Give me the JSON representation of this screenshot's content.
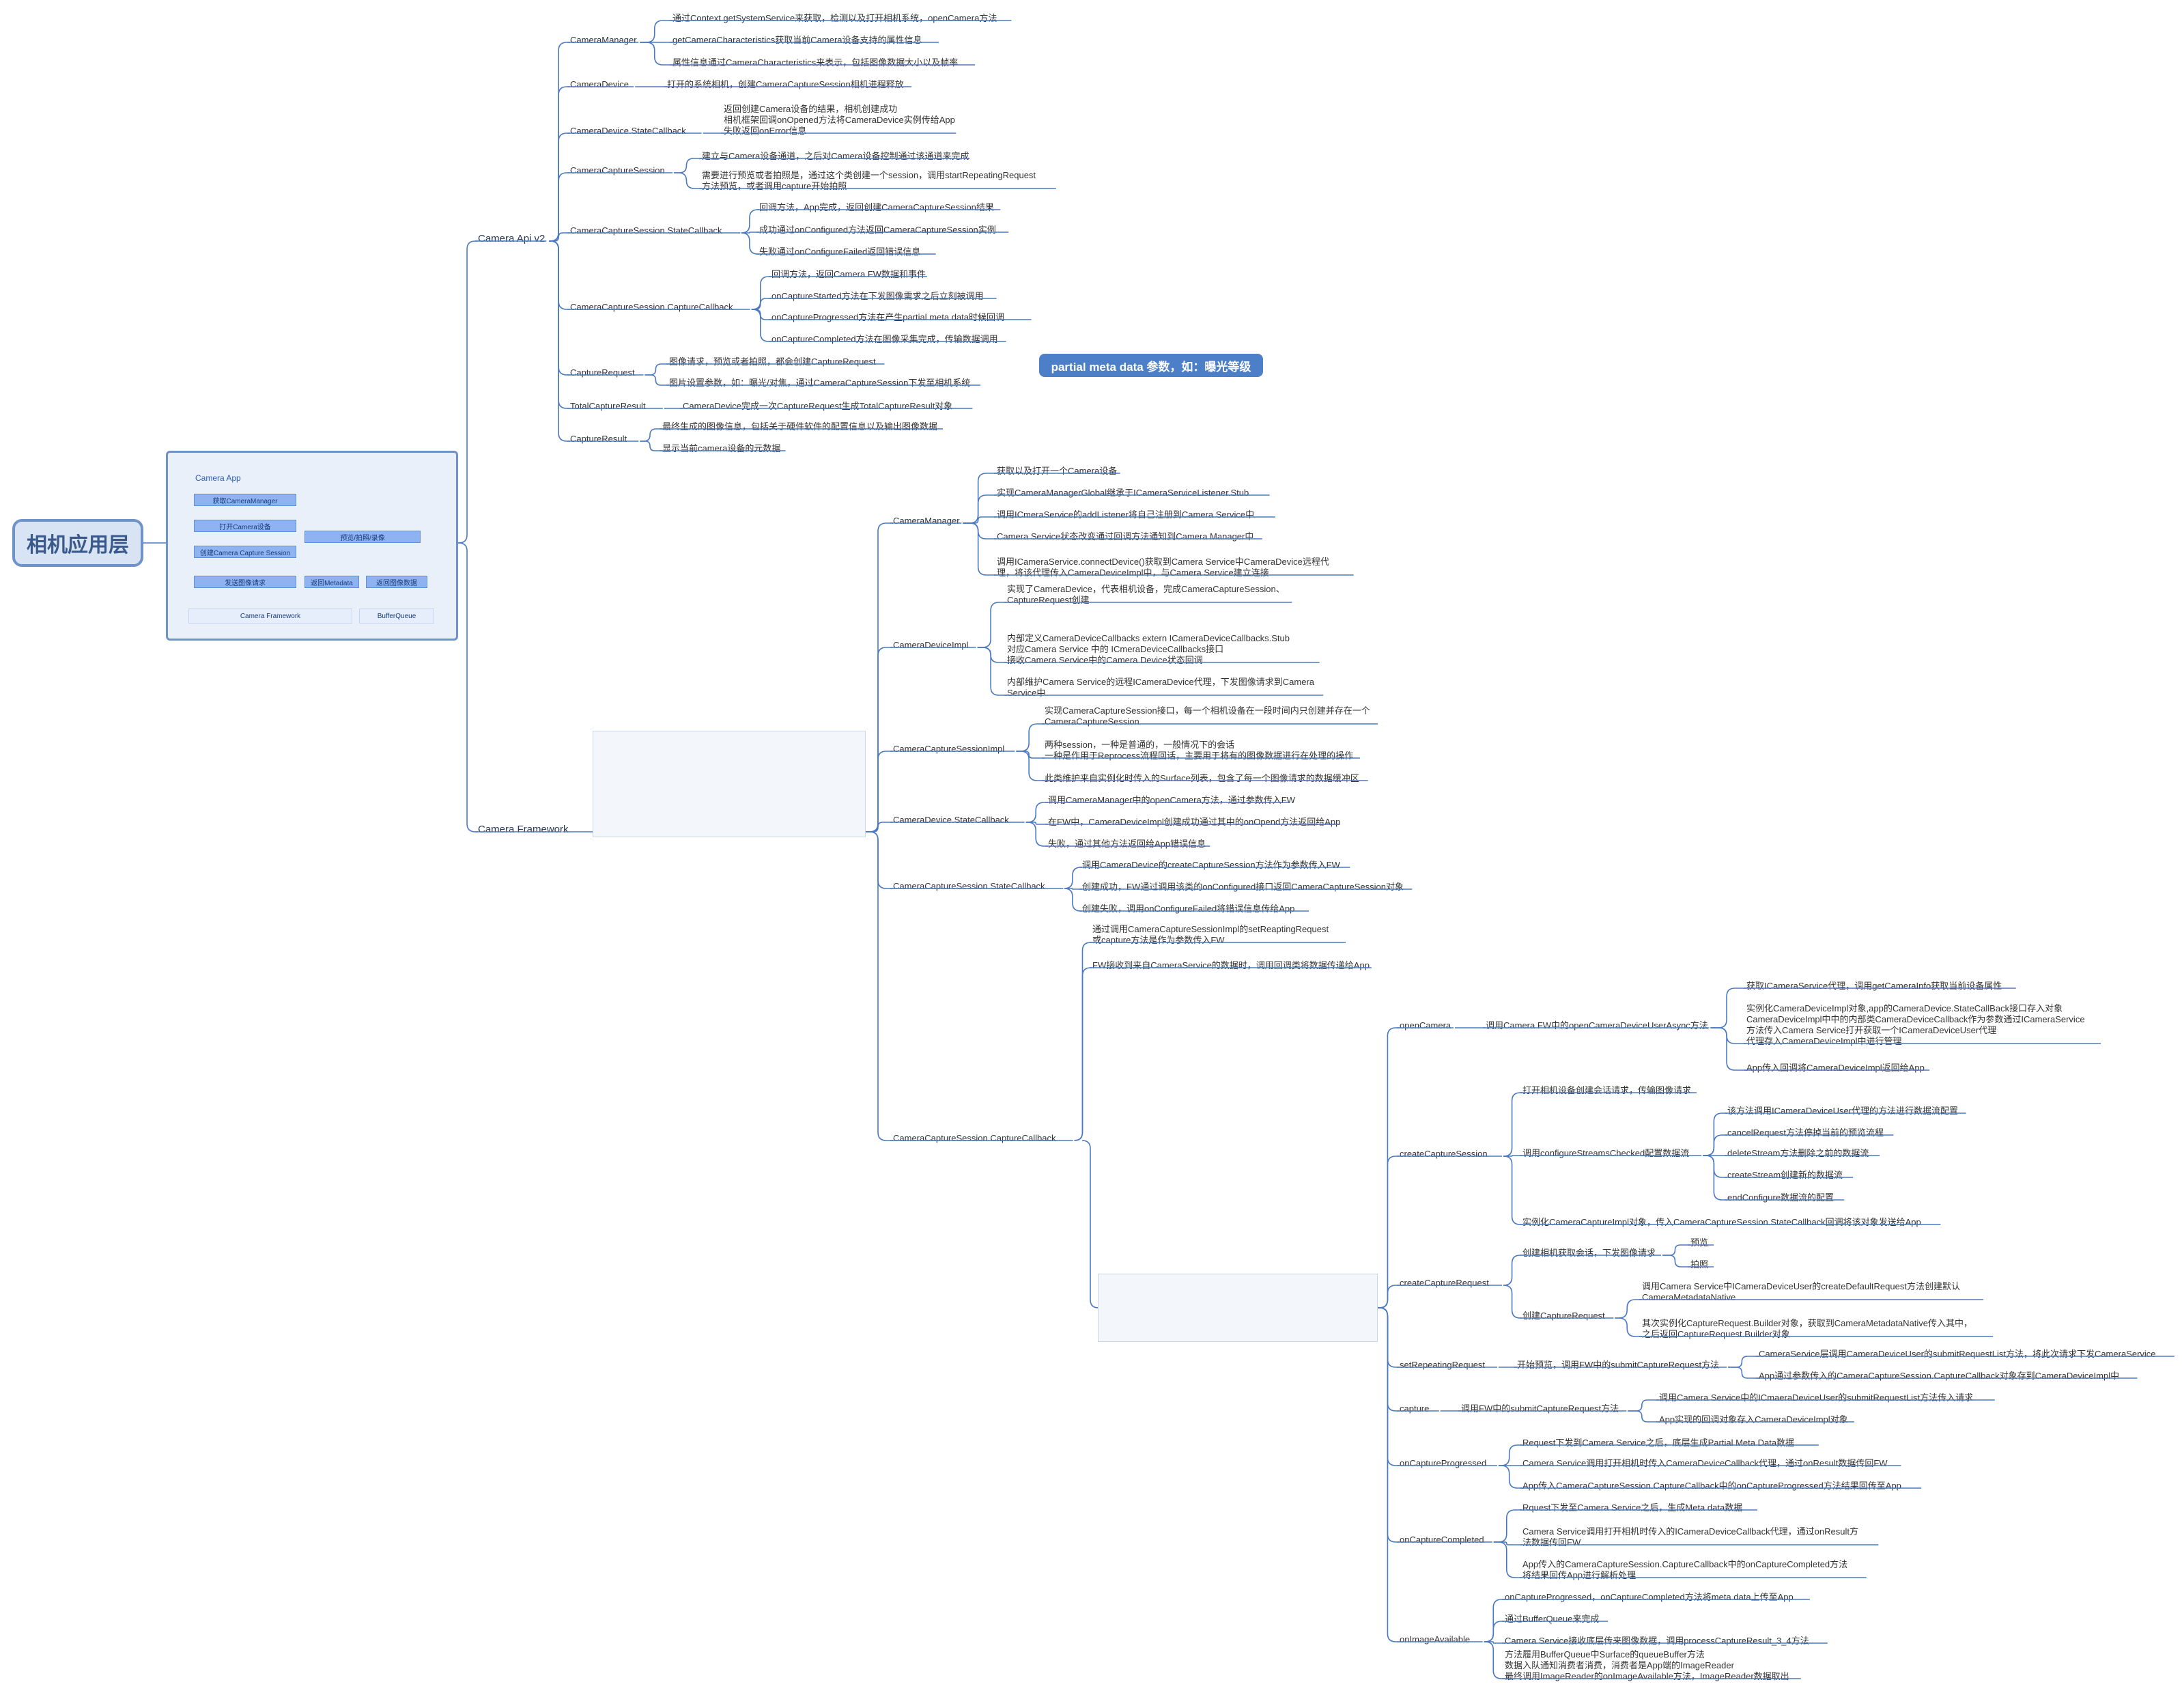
{
  "root": {
    "label": "相机应用层"
  },
  "callout": {
    "label": "partial meta data 参数，如：曝光等级"
  },
  "colors": {
    "line": "#4a78c2",
    "root_fill": "#d8e4f4",
    "callout_fill": "#4d7fc8"
  },
  "app_image": {
    "title": "Camera App",
    "boxes": [
      "获取CameraManager",
      "打开Camera设备",
      "创建Camera Capture Session",
      "发送图像请求",
      "预览/拍照/录像",
      "返回Metadata",
      "返回图像数据"
    ],
    "footer_left": "Camera Framework",
    "footer_right": "BufferQueue"
  },
  "branches": [
    {
      "label": "Camera Api v2",
      "children": [
        {
          "label": "CameraManager",
          "children": [
            {
              "label": "通过Context.getSystemService来获取，检测以及打开相机系统，openCamera方法"
            },
            {
              "label": "getCameraCharacteristics获取当前Camera设备支持的属性信息"
            },
            {
              "label": "属性信息通过CameraCharacteristics来表示，包括图像数据大小以及帧率"
            }
          ]
        },
        {
          "label": "CameraDevice",
          "children": [
            {
              "label": "打开的系统相机，创建CameraCaptureSession相机进程释放"
            }
          ]
        },
        {
          "label": "CameraDevice.StateCallback",
          "children": [
            {
              "label": "返回创建Camera设备的结果，相机创建成功\n相机框架回调onOpened方法将CameraDevice实例传给App\n失败返回onError信息"
            }
          ]
        },
        {
          "label": "CameraCaptureSession",
          "children": [
            {
              "label": "建立与Camera设备通道，之后对Camera设备控制通过该通道来完成"
            },
            {
              "label": "需要进行预览或者拍照是，通过这个类创建一个session，调用startRepeatingRequest\n方法预览，或者调用capture开始拍照"
            }
          ]
        },
        {
          "label": "CameraCaptureSession.StateCallback",
          "children": [
            {
              "label": "回调方法，App完成，返回创建CameraCaptureSession结果"
            },
            {
              "label": "成功通过onConfigured方法返回CameraCaptureSession实例"
            },
            {
              "label": "失败通过onConfigureFailed返回错误信息"
            }
          ]
        },
        {
          "label": "CameraCaptureSession.CaptureCallback",
          "children": [
            {
              "label": "回调方法，返回Camera FW数据和事件"
            },
            {
              "label": "onCaptureStarted方法在下发图像需求之后立刻被调用"
            },
            {
              "label": "onCaptureProgressed方法在产生partial meta data时候回调"
            },
            {
              "label": "onCaptureCompleted方法在图像采集完成，传输数据调用"
            }
          ]
        },
        {
          "label": "CaptureRequest",
          "children": [
            {
              "label": "图像请求，预览或者拍照，都会创建CaptureRequest"
            },
            {
              "label": "图片设置参数，如：曝光/对焦，通过CameraCaptureSession下发至相机系统"
            }
          ]
        },
        {
          "label": "TotalCaptureResult",
          "children": [
            {
              "label": "CameraDevice完成一次CaptureRequest生成TotalCaptureResult对象"
            }
          ]
        },
        {
          "label": "CaptureResult",
          "children": [
            {
              "label": "最终生成的图像信息，包括关于硬件软件的配置信息以及输出图像数据"
            },
            {
              "label": "显示当前camera设备的元数据"
            }
          ]
        }
      ]
    },
    {
      "label": "Camera Framework",
      "children": [
        {
          "label": "CameraManager",
          "children": [
            {
              "label": "获取以及打开一个Camera设备"
            },
            {
              "label": "实现CameraManagerGlobal继承于ICameraServiceListener.Stub"
            },
            {
              "label": "调用ICmeraService的addListener将自己注册到Camera Service中"
            },
            {
              "label": "Camera Service状态改变通过回调方法通知到Camera Manager中"
            },
            {
              "label": "调用ICameraService.connectDevice()获取到Camera Service中CameraDevice远程代\n理，将该代理传入CameraDeviceImpl中，与Camera Service建立连接"
            }
          ]
        },
        {
          "label": "CameraDeviceImpl",
          "children": [
            {
              "label": "实现了CameraDevice，代表相机设备，完成CameraCaptureSession、\nCaptureRequest创建"
            },
            {
              "label": "内部定义CameraDeviceCallbacks extern ICameraDeviceCallbacks.Stub\n对应Camera Service 中的 ICmeraDeviceCallbacks接口\n接收Camera Service中的Camera Device状态回调"
            },
            {
              "label": "内部维护Camera Service的远程ICameraDevice代理，下发图像请求到Camera\nService中"
            }
          ]
        },
        {
          "label": "CameraCaptureSessionImpl",
          "children": [
            {
              "label": "实现CameraCaptureSession接口，每一个相机设备在一段时间内只创建并存在一个\nCameraCaptureSession"
            },
            {
              "label": "两种session，一种是普通的，一般情况下的会话\n一种是作用于Reprocess流程回话，主要用于将有的图像数据进行在处理的操作"
            },
            {
              "label": "此类维护来自实例化时传入的Surface列表，包含了每一个图像请求的数据缓冲区"
            }
          ]
        },
        {
          "label": "CameraDevice.StateCallback",
          "children": [
            {
              "label": "调用CameraManager中的openCamera方法，通过参数传入FW"
            },
            {
              "label": "在FW中，CameraDeviceImpl创建成功通过其中的onOpend方法返回给App"
            },
            {
              "label": "失败，通过其他方法返回给App错误信息"
            }
          ]
        },
        {
          "label": "CameraCaptureSession.StateCallback",
          "children": [
            {
              "label": "调用CameraDevice的createCaptureSession方法作为参数传入FW"
            },
            {
              "label": "创建成功，FW通过调用该类的onConfigured接口返回CameraCaptureSession对象"
            },
            {
              "label": "创建失败，调用onConfigureFailed将错误信息传给App"
            }
          ]
        },
        {
          "label": "CameraCaptureSession.CaptureCallback",
          "children": [
            {
              "label": "通过调用CameraCaptureSessionImpl的setReaptingRequest\n或capture方法是作为参数传入FW"
            },
            {
              "label": "FW接收到来自CameraService的数据时，调用回调类将数据传递给App"
            }
          ]
        }
      ]
    }
  ],
  "flow": [
    {
      "label": "openCamera",
      "children": [
        {
          "label": "调用Camera FW中的openCameraDeviceUserAsync方法",
          "children": [
            {
              "label": "获取ICameraService代理，调用getCameraInfo获取当前设备属性"
            },
            {
              "label": "实例化CameraDeviceImpl对象,app的CameraDevice.StateCallBack接口存入对象\nCameraDeviceImpl中中的内部类CameraDeviceCallback作为参数通过ICameraService\n方法传入Camera Service打开获取一个ICameraDeviceUser代理\n代理存入CameraDeviceImpl中进行管理"
            },
            {
              "label": "App传入回调将CameraDeviceImpl返回给App"
            }
          ]
        }
      ]
    },
    {
      "label": "createCaptureSession",
      "children": [
        {
          "label": "打开相机设备创建会话请求，传输图像请求"
        },
        {
          "label": "调用configureStreamsChecked配置数据流",
          "children": [
            {
              "label": "该方法调用ICameraDeviceUser代理的方法进行数据流配置"
            },
            {
              "label": "cancelRequest方法停掉当前的预览流程"
            },
            {
              "label": "deleteStream方法删除之前的数据流"
            },
            {
              "label": "createStream创建新的数据流"
            },
            {
              "label": "endConfigure数据流的配置"
            }
          ]
        },
        {
          "label": "实例化CameraCaptureImpl对象，传入CameraCaptureSession.StateCallback回调将该对象发送给App"
        }
      ]
    },
    {
      "label": "createCaptureRequest",
      "children": [
        {
          "label": "创建相机获取会话，下发图像请求",
          "children": [
            {
              "label": "预览"
            },
            {
              "label": "拍照"
            }
          ]
        },
        {
          "label": "创建CaptureRequest",
          "children": [
            {
              "label": "调用Camera Service中ICameraDeviceUser的createDefaultRequest方法创建默认\nCameraMetadataNative"
            },
            {
              "label": "其次实例化CaptureRequest.Builder对象，获取到CameraMetadataNative传入其中，\n之后返回CaptureRequest.Builder对象"
            }
          ]
        }
      ]
    },
    {
      "label": "setRepeatingRequest",
      "children": [
        {
          "label": "开始预览，调用FW中的submitCaptureRequest方法",
          "children": [
            {
              "label": "CameraService层调用CameraDeviceUser的submitRequestList方法，将此次请求下发CameraService"
            },
            {
              "label": "App通过参数传入的CameraCaptureSession.CaptureCallback对象存到CameraDeviceImpl中"
            }
          ]
        }
      ]
    },
    {
      "label": "capture",
      "children": [
        {
          "label": "调用FW中的submitCaptureRequest方法",
          "children": [
            {
              "label": "调用Camera Service中的ICmaeraDeviceUser的submitRequestList方法传入请求"
            },
            {
              "label": "App实现的回调对象存入CameraDeviceImpl对象"
            }
          ]
        }
      ]
    },
    {
      "label": "onCaptureProgressed",
      "children": [
        {
          "label": "Request下发到Camera Service之后，底层生成Partial Meta Data数据"
        },
        {
          "label": "Camera Service调用打开相机时传入CameraDeviceCallback代理，通过onResult数据传回FW"
        },
        {
          "label": "App传入CameraCaptureSession.CaptureCallback中的onCaptureProgressed方法结果回传至App"
        }
      ]
    },
    {
      "label": "onCaptureCompleted",
      "children": [
        {
          "label": "Rquest下发至Camera Service之后，生成Meta data数据"
        },
        {
          "label": "Camera Service调用打开相机时传入的ICameraDeviceCallback代理，通过onResult方\n法数据传回FW"
        },
        {
          "label": "App传入的CameraCaptureSession.CaptureCallback中的onCaptureCompleted方法\n将结果回传App进行解析处理"
        }
      ]
    },
    {
      "label": "onImageAvailable",
      "children": [
        {
          "label": "onCaptureProgressed，onCaptureCompleted方法将meta data上传至App"
        },
        {
          "label": "通过BufferQueue来完成"
        },
        {
          "label": "Camera Service接收底层传来图像数据，调用processCaptureResult_3_4方法"
        },
        {
          "label": "方法履用BufferQueue中Surface的queueBuffer方法\n数据入队通知消费者消费，消费者是App端的ImageReader\n最终调用ImageReader的onImageAvailable方法，ImageReader数据取出"
        }
      ]
    }
  ]
}
